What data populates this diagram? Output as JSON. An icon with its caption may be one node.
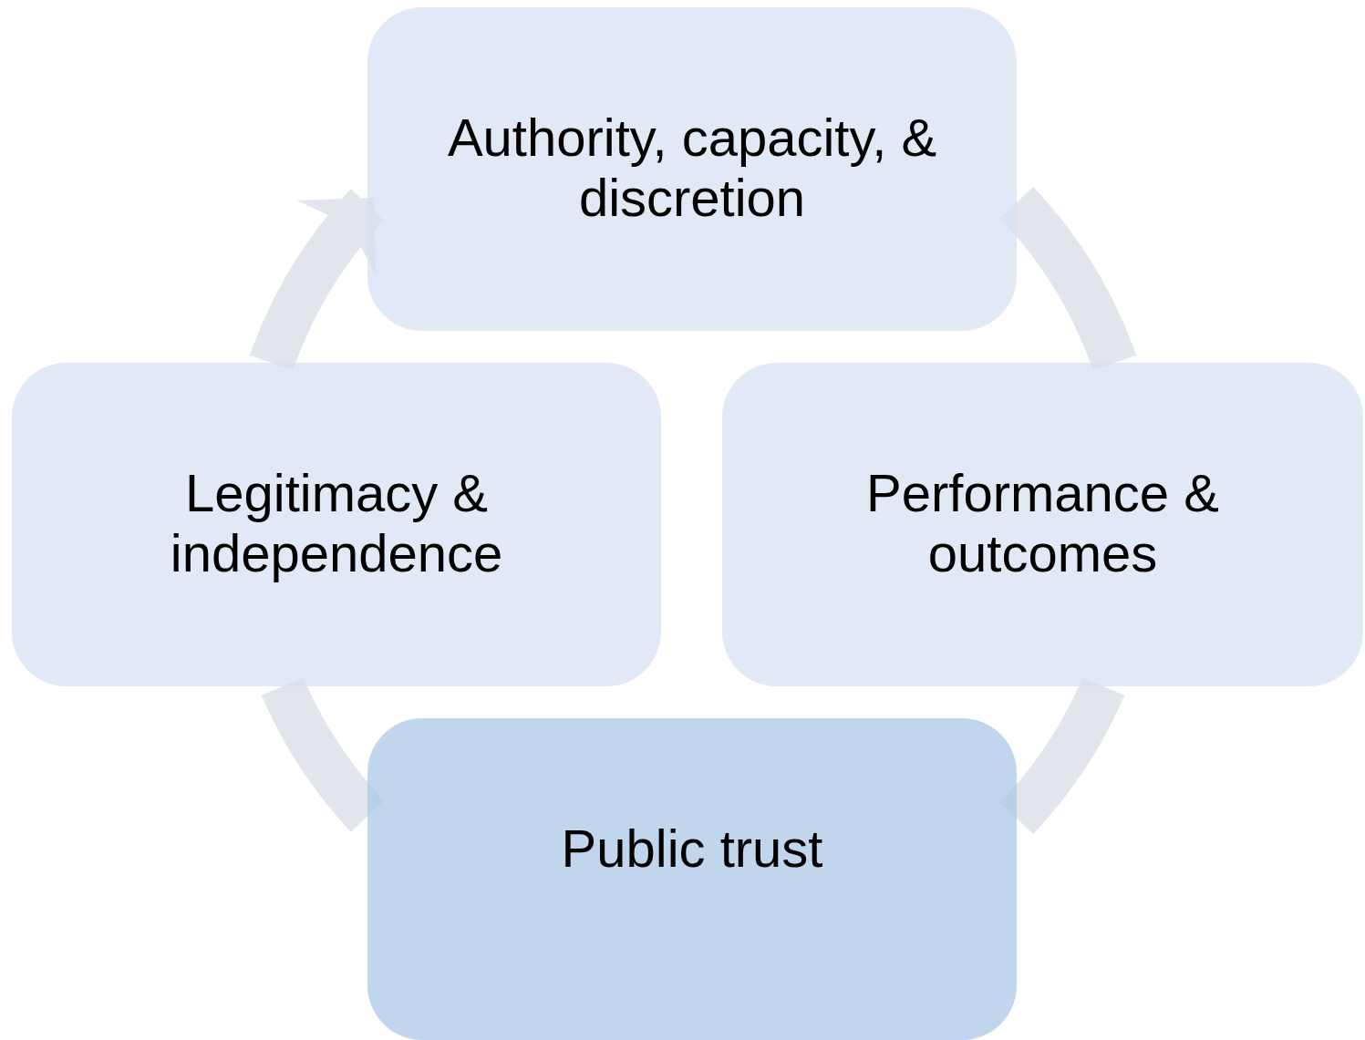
{
  "diagram": {
    "nodes": [
      {
        "text": [
          "Authority, capacity, & discretion"
        ]
      },
      {
        "text": [
          "Legitimacy & independence"
        ]
      },
      {
        "text": [
          "Performance & outcomes"
        ]
      },
      {
        "text": [
          "Public trust"
        ]
      }
    ],
    "edges": [
      {
        "from": 1,
        "to": 0,
        "arrow": "to"
      },
      {
        "from": 0,
        "to": 2,
        "arrow": "none"
      },
      {
        "from": 2,
        "to": 3,
        "arrow": "none"
      },
      {
        "from": 3,
        "to": 1,
        "arrow": "none"
      }
    ]
  }
}
